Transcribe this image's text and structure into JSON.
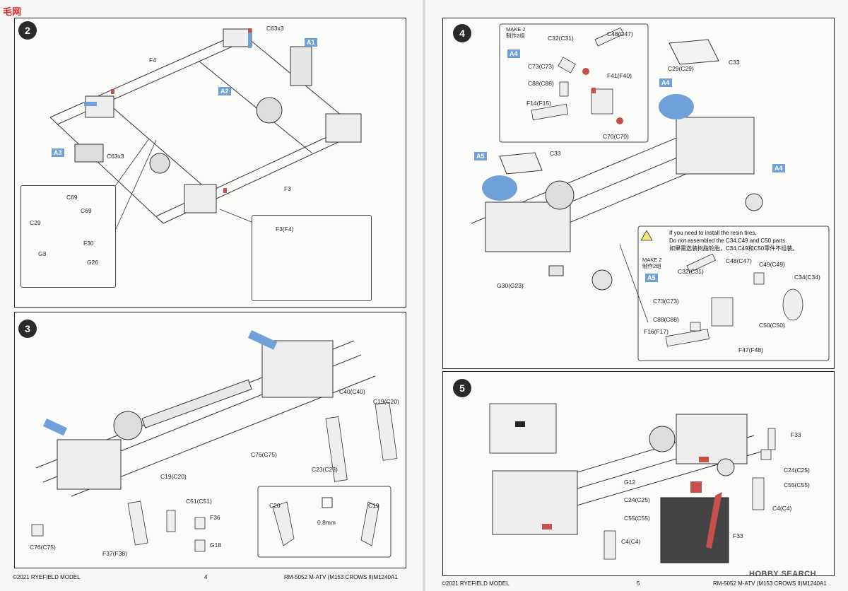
{
  "watermark_top": "毛网",
  "watermark_bottom": "HOBBY SEARCH",
  "left_page": {
    "footer_left": "©2021 RYEFIELD MODEL",
    "page_number": "4",
    "footer_right": "RM-5052  M-ATV (M153 CROWS II)M1240A1",
    "step2": {
      "number": "2",
      "labels": [
        "C63x3",
        "A1",
        "F4",
        "A2",
        "A3",
        "C63x3",
        "F3"
      ],
      "inset_parts": [
        "C69",
        "C69",
        "C29",
        "F30",
        "G3",
        "G26"
      ],
      "detail_label": "F3(F4)"
    },
    "step3": {
      "number": "3",
      "labels": [
        "C40(C40)",
        "C19(C20)",
        "C76(C75)",
        "C23(C23)",
        "C19(C20)",
        "C51(C51)",
        "F36",
        "G18",
        "C76(C75)",
        "F37(F38)"
      ],
      "detail": {
        "left": "C20",
        "right": "C19",
        "size": "0.8mm"
      }
    }
  },
  "right_page": {
    "footer_left": "©2021 RYEFIELD MODEL",
    "page_number": "5",
    "footer_right": "RM-5052  M-ATV (M153 CROWS II)M1240A1",
    "step4": {
      "number": "4",
      "make_text": "MAKE 2\n制作2组",
      "tag_a4": "A4",
      "upper_inset_labels": [
        "C32(C31)",
        "C48(C47)",
        "C73(C73)",
        "F41(F40)",
        "C88(C88)",
        "F14(F15)",
        "C70(C70)"
      ],
      "labels": [
        "C33",
        "C29(C29)",
        "A4",
        "A5",
        "C33",
        "A4",
        "G30(G23)"
      ],
      "note_line1": "If you need to install the resin tires,",
      "note_line2": "Do not assembled the C34,C49 and C50 parts.",
      "note_line3": "如果需选装树脂轮胎，C34,C49和C50零件不组装。",
      "make_text2": "MAKE 2\n制作2组",
      "tag_a5": "A5",
      "lower_inset_labels": [
        "C48(C47)",
        "C49(C49)",
        "C32(C31)",
        "C34(C34)",
        "C73(C73)",
        "C88(C88)",
        "C50(C50)",
        "F16(F17)",
        "F47(F48)"
      ]
    },
    "step5": {
      "number": "5",
      "labels": [
        "F33",
        "C24(C25)",
        "C55(C55)",
        "G12",
        "C24(C25)",
        "C55(C55)",
        "C4(C4)",
        "C4(C4)",
        "F33"
      ]
    }
  },
  "colors": {
    "blue_part": "#6fa0d8",
    "red_part": "#c8504a",
    "panel_border": "#222222"
  }
}
